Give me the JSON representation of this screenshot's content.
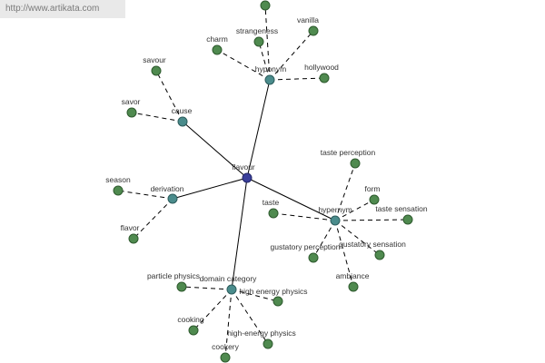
{
  "watermark": "http://www.artikata.com",
  "colors": {
    "leaf": "#4f8a4f",
    "relation": "#4a8c8c",
    "root": "#3a3f9a",
    "edge": "#000000"
  },
  "root": {
    "id": "flavour",
    "label": "flavour"
  },
  "groups": [
    {
      "id": "hyponym",
      "label": "hyponym",
      "items": [
        {
          "id": "h-blank",
          "label": ""
        },
        {
          "id": "h-vanilla",
          "label": "vanilla"
        },
        {
          "id": "h-strangeness",
          "label": "strangeness"
        },
        {
          "id": "h-charm",
          "label": "charm"
        },
        {
          "id": "h-hollywood",
          "label": "hollywood"
        }
      ]
    },
    {
      "id": "cause",
      "label": "cause",
      "items": [
        {
          "id": "c-savour",
          "label": "savour"
        },
        {
          "id": "c-savor",
          "label": "savor"
        }
      ]
    },
    {
      "id": "derivation",
      "label": "derivation",
      "items": [
        {
          "id": "d-season",
          "label": "season"
        },
        {
          "id": "d-flavor",
          "label": "flavor"
        }
      ]
    },
    {
      "id": "hypernym",
      "label": "hypernym",
      "items": [
        {
          "id": "y-taste-perception",
          "label": "taste perception"
        },
        {
          "id": "y-form",
          "label": "form"
        },
        {
          "id": "y-taste",
          "label": "taste"
        },
        {
          "id": "y-taste-sensation",
          "label": "taste sensation"
        },
        {
          "id": "y-gustatory-perception",
          "label": "gustatory perception"
        },
        {
          "id": "y-gustatory-sensation",
          "label": "gustatory sensation"
        },
        {
          "id": "y-ambiance",
          "label": "ambiance"
        }
      ]
    },
    {
      "id": "domain-category",
      "label": "domain category",
      "items": [
        {
          "id": "k-particle-physics",
          "label": "particle physics"
        },
        {
          "id": "k-high-energy-physics-1",
          "label": "high energy physics"
        },
        {
          "id": "k-cooking",
          "label": "cooking"
        },
        {
          "id": "k-high-energy-physics-2",
          "label": "high-energy physics"
        },
        {
          "id": "k-cookery",
          "label": "cookery"
        }
      ]
    }
  ]
}
